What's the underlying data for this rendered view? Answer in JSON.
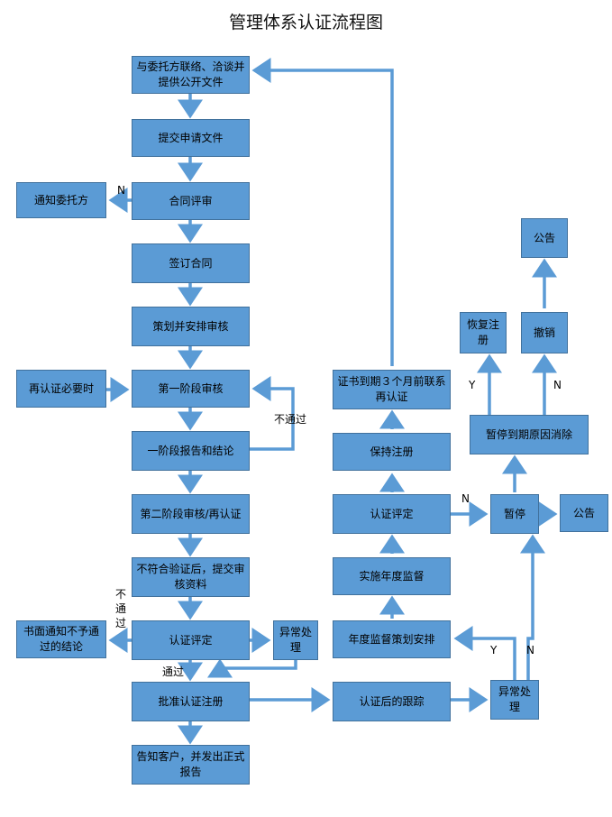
{
  "title": "管理体系认证流程图",
  "nodes": {
    "contact": "与委托方联络、洽谈并提供公开文件",
    "submit_docs": "提交申请文件",
    "contract_review": "合同评审",
    "notify_client": "通知委托方",
    "sign_contract": "签订合同",
    "plan_audit": "策划并安排审核",
    "recert_needed": "再认证必要时",
    "stage1_audit": "第一阶段审核",
    "stage1_report": "一阶段报告和结论",
    "stage2_audit": "第二阶段审核/再认证",
    "nonconformity": "不符合验证后，提交审核资料",
    "cert_eval": "认证评定",
    "written_notice": "书面通知不予通过的结论",
    "exception_left": "异常处理",
    "approve_reg": "批准认证注册",
    "inform_client": "告知客户，并发出正式报告",
    "post_cert_follow": "认证后的跟踪",
    "exception_right": "异常处理",
    "annual_plan": "年度监督策划安排",
    "annual_audit": "实施年度监督",
    "cert_eval_right": "认证评定",
    "maintain_reg": "保持注册",
    "cert_expiry": "证书到期３个月前联系再认证",
    "suspend": "暂停",
    "announce_right": "公告",
    "suspend_period": "暂停到期原因消除",
    "restore_reg": "恢复注册",
    "revoke": "撤销",
    "announce_top": "公告"
  },
  "labels": {
    "n_contract": "N",
    "not_pass_loop": "不通过",
    "not_pass_eval_1": "不",
    "not_pass_eval_2": "通",
    "not_pass_eval_3": "过",
    "pass": "通过",
    "n_eval_right": "N",
    "y_restore": "Y",
    "n_revoke": "N",
    "y_follow": "Y",
    "n_follow": "N"
  },
  "colors": {
    "box_fill": "#5b9bd5",
    "box_border": "#41719c"
  }
}
